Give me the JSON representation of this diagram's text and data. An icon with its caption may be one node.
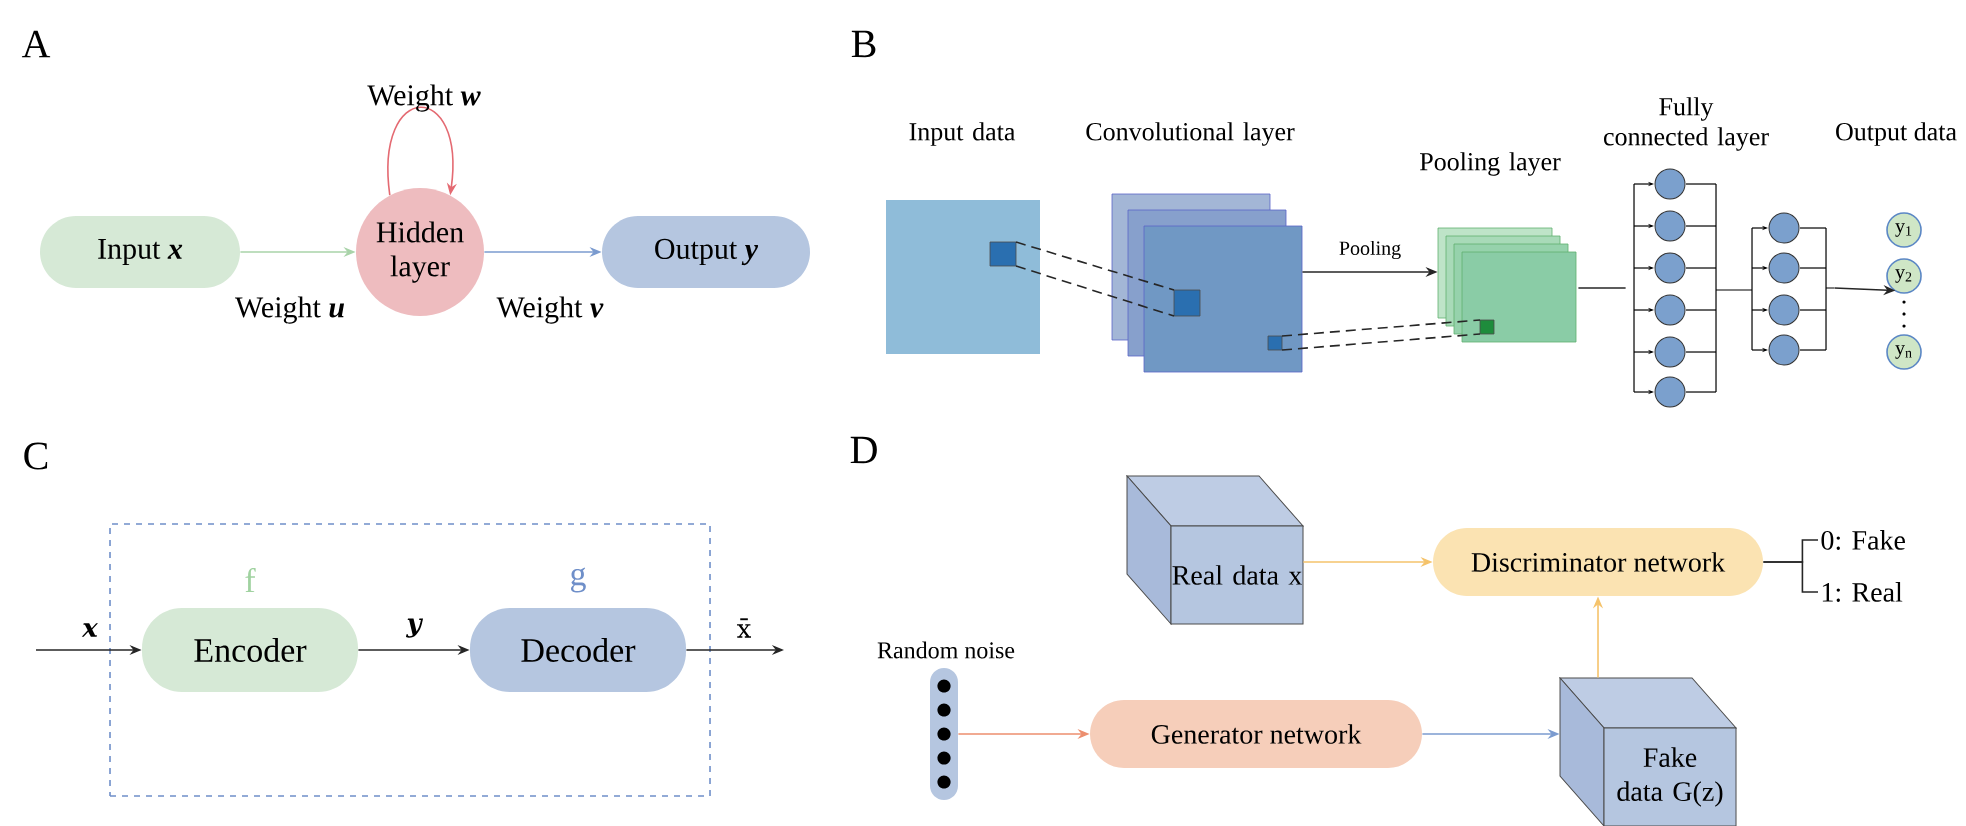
{
  "diagram": {
    "nodes": [
      {
        "text": [
          "Input **x**"
        ]
      },
      {
        "text": [
          "Hidden layer"
        ]
      },
      {
        "text": [
          "Output **y**"
        ]
      },
      {
        "text": [
          "Input data"
        ]
      },
      {
        "text": [
          "Convolutional layer"
        ]
      },
      {
        "text": [
          "Pooling layer"
        ]
      },
      {
        "text": [
          "Fully connected layer"
        ]
      },
      {
        "text": [
          "y$_{1}$"
        ]
      },
      {
        "text": [
          "y$_{2}$"
        ]
      },
      {
        "text": [
          "y$_{n}$"
        ]
      },
      {
        "text": [],
        "shape": "box"
      },
      {
        "text": [
          "Encoder"
        ],
        "beside": [
          "f"
        ],
        "in": 10
      },
      {
        "text": [
          "Decoder"
        ],
        "beside": [
          "g"
        ],
        "in": 10
      },
      {
        "text": [
          "Real data x"
        ]
      },
      {
        "text": [
          "Discriminator network"
        ]
      },
      {
        "text": [
          "Random noise"
        ]
      },
      {
        "text": [
          "Generator network"
        ]
      },
      {
        "text": [
          "Fake data G(z)"
        ]
      },
      {
        "text": [
          "0: Fake"
        ]
      },
      {
        "text": [
          "1: Real"
        ]
      }
    ],
    "edges": [
      {
        "from": 0,
        "to": 1,
        "arrow": "to",
        "label": "Weight **u**",
        "color": "#a9d3a9"
      },
      {
        "from": 1,
        "to": 2,
        "arrow": "to",
        "label": "Weight **v**",
        "color": "#7b9bcf"
      },
      {
        "from": 1,
        "to": 1,
        "arrow": "to",
        "label": "Weight **w**",
        "color": "#e46a72"
      },
      {
        "from": 3,
        "to": 4,
        "arrow": "none",
        "style": "dashed"
      },
      {
        "from": 3,
        "to": 4,
        "arrow": "none",
        "style": "dashed"
      },
      {
        "from": 4,
        "to": 5,
        "arrow": "none",
        "style": "dashed"
      },
      {
        "from": 4,
        "to": 5,
        "arrow": "none",
        "style": "dashed"
      },
      {
        "from": 4,
        "to": 5,
        "arrow": "to",
        "label": "Pooling"
      },
      {
        "from": 5,
        "to": 6,
        "arrow": "none"
      },
      {
        "from": 6,
        "to": 8,
        "arrow": "to"
      },
      {
        "from": null,
        "to": 11,
        "arrow": "to",
        "label": "x"
      },
      {
        "from": 11,
        "to": 12,
        "arrow": "to",
        "label": "y"
      },
      {
        "from": 12,
        "to": null,
        "arrow": "to",
        "label": "x̄"
      },
      {
        "from": 13,
        "to": 14,
        "arrow": "to",
        "color": "#f5c36b"
      },
      {
        "from": 15,
        "to": 16,
        "arrow": "to",
        "color": "#ec8e6e"
      },
      {
        "from": 16,
        "to": 17,
        "arrow": "to",
        "color": "#7b9bcf"
      },
      {
        "from": 17,
        "to": 14,
        "arrow": "to",
        "color": "#f5c36b"
      },
      {
        "from": 14,
        "to": 18,
        "arrow": "none"
      },
      {
        "from": 14,
        "to": 19,
        "arrow": "none"
      }
    ],
    "labels": [
      "A",
      "B",
      "Output data",
      "C",
      "D"
    ]
  }
}
